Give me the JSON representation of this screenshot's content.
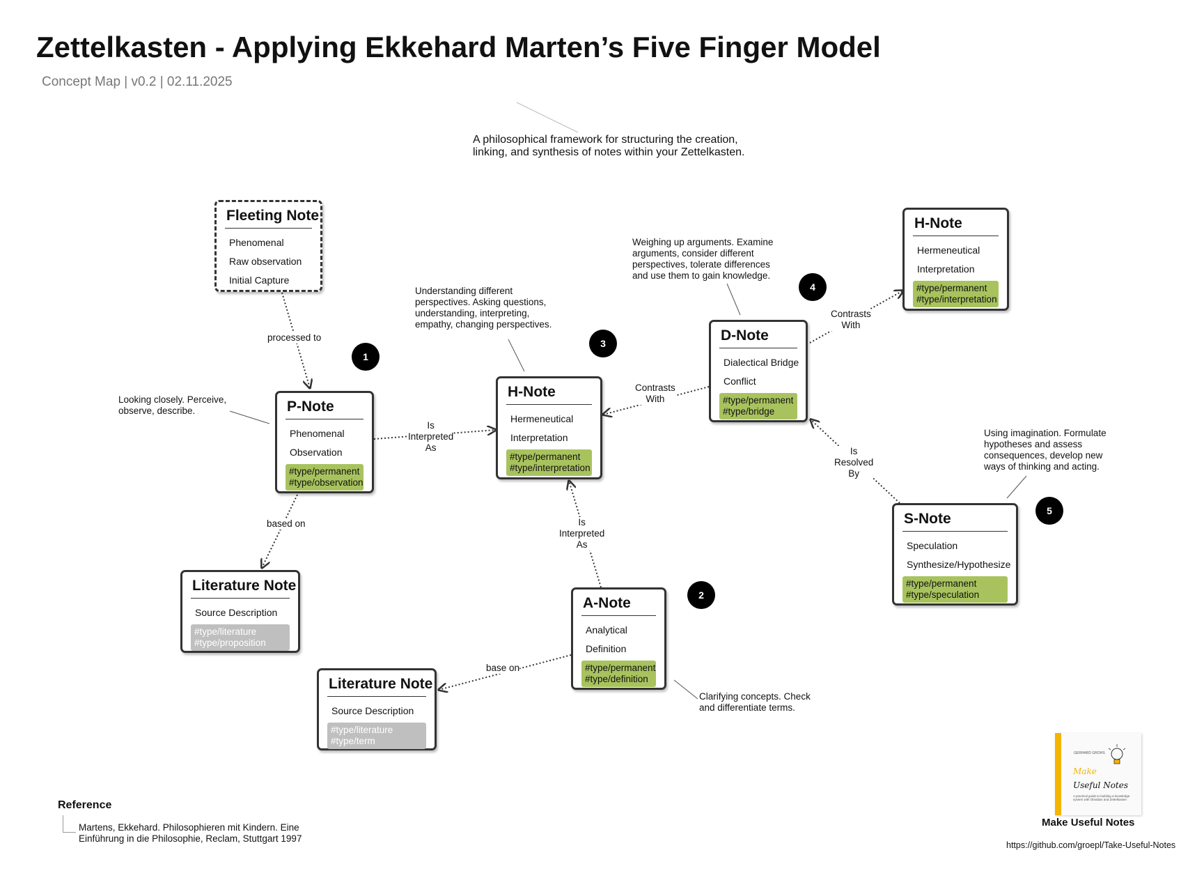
{
  "header": {
    "title": "Zettelkasten - Applying Ekkehard Marten’s Five Finger Model",
    "subtitle": "Concept Map | v0.2 | 02.11.2025"
  },
  "intro": "A philosophical framework for structuring the creation, linking, and synthesis of notes within your Zettelkasten.",
  "notes": {
    "fleeting": {
      "title": "Fleeting Note",
      "items": [
        "Phenomenal",
        "Raw observation",
        "Initial Capture"
      ]
    },
    "p": {
      "title": "P-Note",
      "items": [
        "Phenomenal",
        "Observation"
      ],
      "tags": [
        "#type/permanent",
        "#type/observation"
      ]
    },
    "lit1": {
      "title": "Literature Note",
      "items": [
        "Source Description"
      ],
      "tags": [
        "#type/literature",
        "#type/proposition"
      ]
    },
    "h1": {
      "title": "H-Note",
      "items": [
        "Hermeneutical",
        "Interpretation"
      ],
      "tags": [
        "#type/permanent",
        "#type/interpretation"
      ]
    },
    "a": {
      "title": "A-Note",
      "items": [
        "Analytical",
        "Definition"
      ],
      "tags": [
        "#type/permanent",
        "#type/definition"
      ]
    },
    "lit2": {
      "title": "Literature Note",
      "items": [
        "Source Description"
      ],
      "tags": [
        "#type/literature",
        "#type/term"
      ]
    },
    "d": {
      "title": "D-Note",
      "items": [
        "Dialectical Bridge",
        "Conflict"
      ],
      "tags": [
        "#type/permanent",
        "#type/bridge"
      ]
    },
    "h2": {
      "title": "H-Note",
      "items": [
        "Hermeneutical",
        "Interpretation"
      ],
      "tags": [
        "#type/permanent",
        "#type/interpretation"
      ]
    },
    "s": {
      "title": "S-Note",
      "items": [
        "Speculation",
        "Synthesize/Hypothesize"
      ],
      "tags": [
        "#type/permanent",
        "#type/speculation"
      ]
    }
  },
  "descriptions": {
    "p": "Looking closely. Perceive, observe, describe.",
    "h": "Understanding different perspectives. Asking questions, understanding, interpreting, empathy, changing perspectives.",
    "d": "Weighing up arguments. Examine arguments, consider different perspectives, tolerate differences and use them to gain knowledge.",
    "s": "Using imagination. Formulate hypotheses and assess consequences, develop new ways of thinking and acting.",
    "a": "Clarifying concepts. Check and differentiate terms."
  },
  "edge_labels": {
    "processed": "processed to",
    "based_on": "based on",
    "p_to_h_1": "Is",
    "p_to_h_2": "Interpreted",
    "p_to_h_3": "As",
    "a_to_h_1": "Is",
    "a_to_h_2": "Interpreted",
    "a_to_h_3": "As",
    "base_on": "base on",
    "d_to_h_1": "Contrasts",
    "d_to_h_2": "With",
    "d_to_h2_1": "Contrasts",
    "d_to_h2_2": "With",
    "s_to_d_1": "Is",
    "s_to_d_2": "Resolved",
    "s_to_d_3": "By"
  },
  "badges": [
    "1",
    "2",
    "3",
    "4",
    "5"
  ],
  "reference": {
    "heading": "Reference",
    "text": "Martens, Ekkehard. Philosophieren mit Kindern. Eine Einführung in die Philosophie, Reclam, Stuttgart 1997"
  },
  "brand": {
    "book_top": "GERHARD GROHS",
    "book_line1": "Make",
    "book_line2": "Useful Notes",
    "book_small": "A practical guide to building a knowledge system with Obsidian and Zettelkasten",
    "name": "Make Useful Notes",
    "url": "https://github.com/groepl/Take-Useful-Notes"
  },
  "colors": {
    "tag_green": "#a8c35e",
    "tag_grey": "#bfbfbf",
    "border": "#333333",
    "brand_yellow": "#f4b400"
  }
}
